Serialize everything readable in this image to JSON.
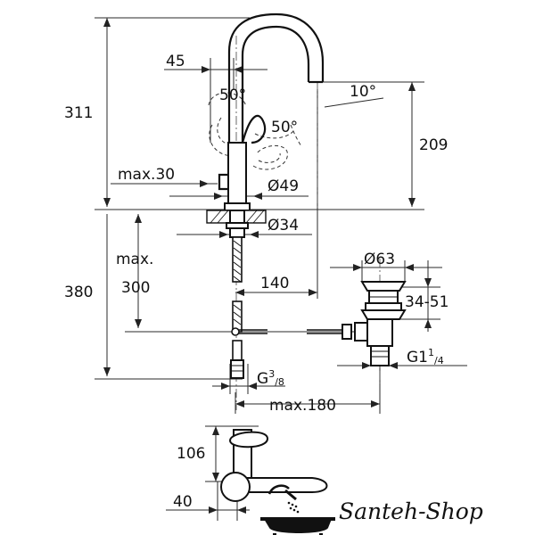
{
  "dimensions": {
    "d45": "45",
    "a50_top": "50°",
    "a50_side": "50°",
    "a10": "10°",
    "h311": "311",
    "h209": "209",
    "max30": "max.30",
    "dia49": "Ø49",
    "dia34": "Ø34",
    "max_word": "max.",
    "h300": "300",
    "h380": "380",
    "d140": "140",
    "dia63": "Ø63",
    "r34_51": "34-51",
    "g_main": "G",
    "g_sup": "3",
    "g_sub": "/8",
    "g2_main": "G1",
    "g2_sup": "1",
    "g2_sub": "/4",
    "max180": "max.180",
    "h106": "106",
    "d40": "40"
  },
  "brand": {
    "name": "Santeh-Shop",
    "icon": "bathtub-shower-icon"
  }
}
